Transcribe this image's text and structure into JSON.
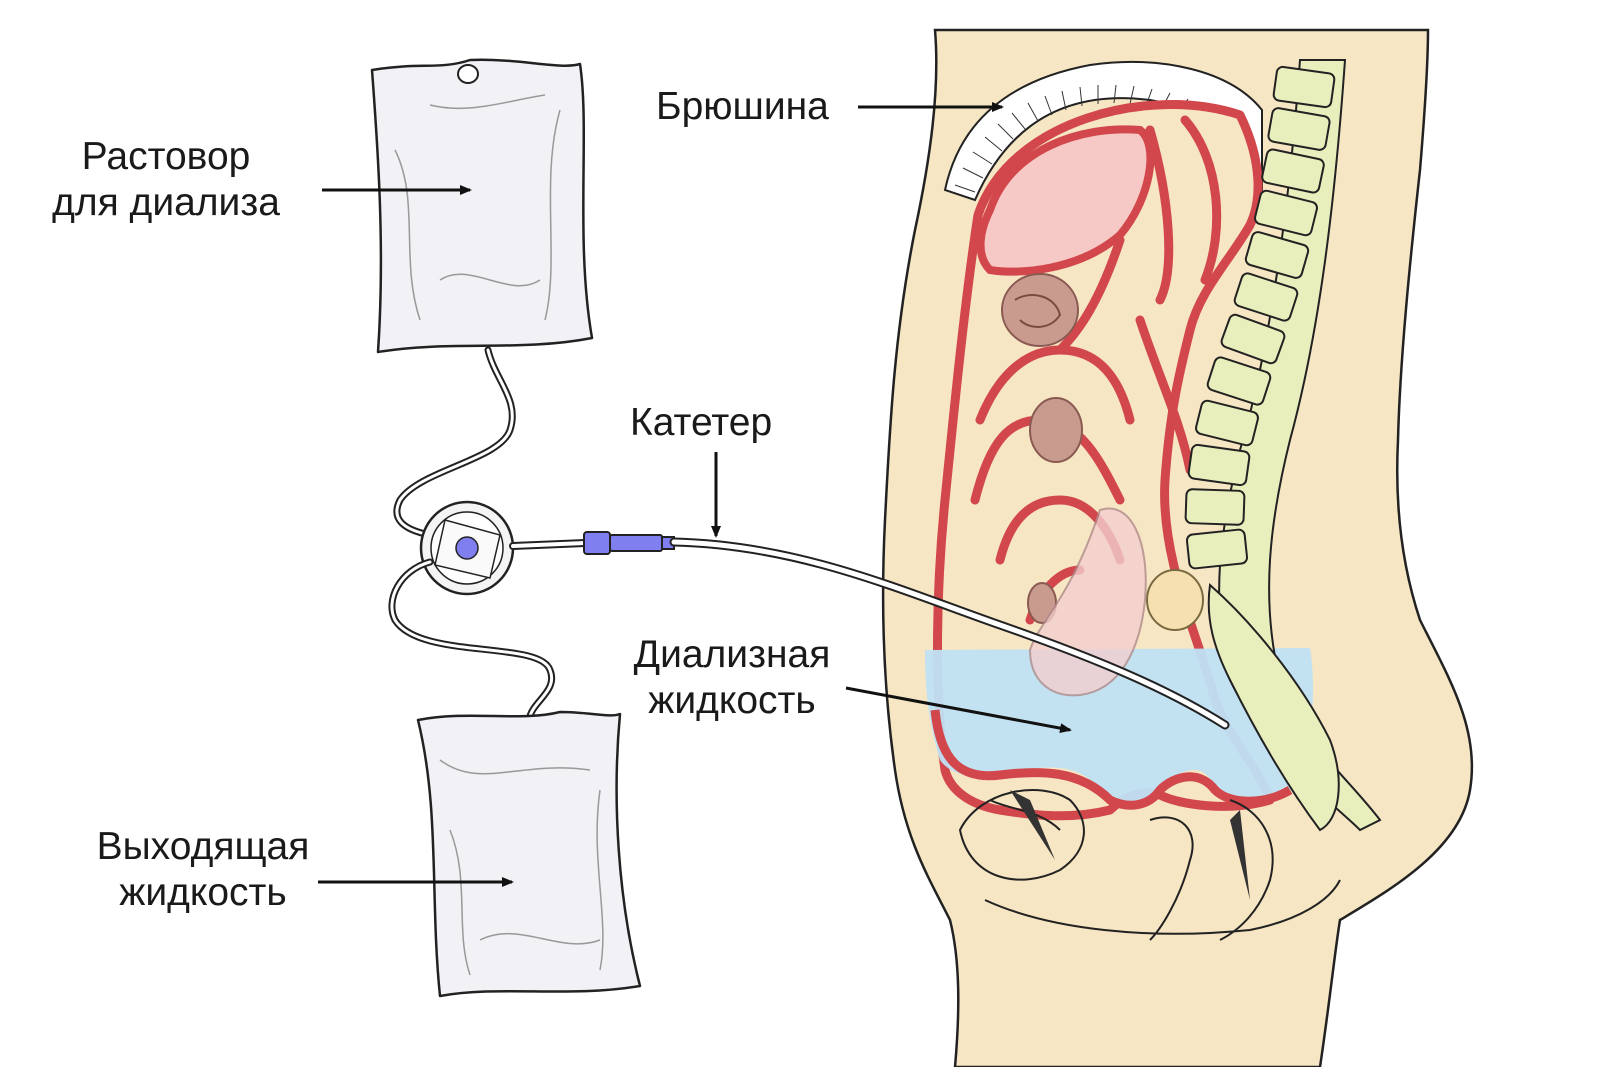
{
  "labels": {
    "solution_line1": "Растовор",
    "solution_line2": "для диализа",
    "peritoneum": "Брюшина",
    "catheter": "Катетер",
    "dialysate_line1": "Диализная",
    "dialysate_line2": "жидкость",
    "outflow_line1": "Выходящая",
    "outflow_line2": "жидкость"
  },
  "colors": {
    "skin": "#f7e6c4",
    "peritoneum_line": "#d2474b",
    "organ_pink": "#f6c9c6",
    "bowel_brown": "#c99b8f",
    "fluid_blue": "#bfe1f4",
    "spine_yellow": "#e8eebc",
    "bag_fill": "#f1f1f6",
    "connector_blue": "#7f7ff0"
  }
}
